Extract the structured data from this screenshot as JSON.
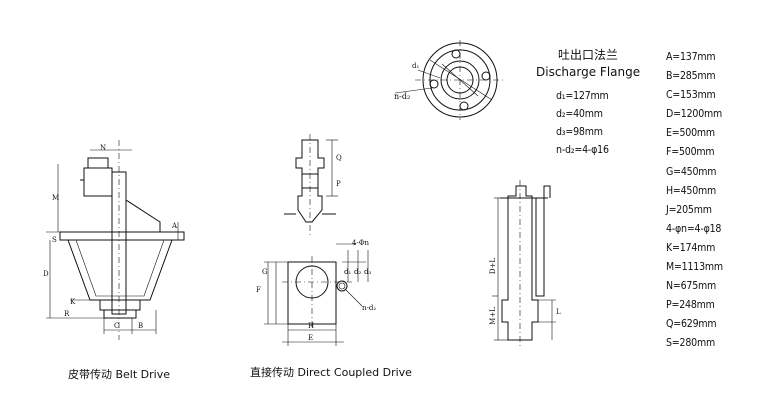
{
  "captions": {
    "belt_drive": "皮带传动 Belt Drive",
    "direct_coupled": "直接传动 Direct Coupled Drive"
  },
  "flange": {
    "title_cn": "吐出口法兰",
    "title_en": "Discharge Flange",
    "dims": [
      "d₁=127mm",
      "d₂=40mm",
      "d₃=98mm",
      "n-d₂=4-φ16"
    ]
  },
  "specs": [
    "A=137mm",
    "B=285mm",
    "C=153mm",
    "D=1200mm",
    "E=500mm",
    "F=500mm",
    "G=450mm",
    "H=450mm",
    "J=205mm",
    "4-φn=4-φ18",
    "K=174mm",
    "M=1113mm",
    "N=675mm",
    "P=248mm",
    "Q=629mm",
    "S=280mm"
  ],
  "drawing_labels": {
    "belt": [
      "N",
      "M",
      "S",
      "D",
      "A",
      "K",
      "R",
      "C",
      "B"
    ],
    "direct": [
      "Q",
      "P",
      "4-Φn",
      "G",
      "F",
      "d₁",
      "d₂",
      "d₃",
      "n-d₂",
      "H",
      "E"
    ],
    "flange": [
      "d₁",
      "n-d₂"
    ],
    "pump": [
      "D+L",
      "M+L",
      "L"
    ]
  }
}
